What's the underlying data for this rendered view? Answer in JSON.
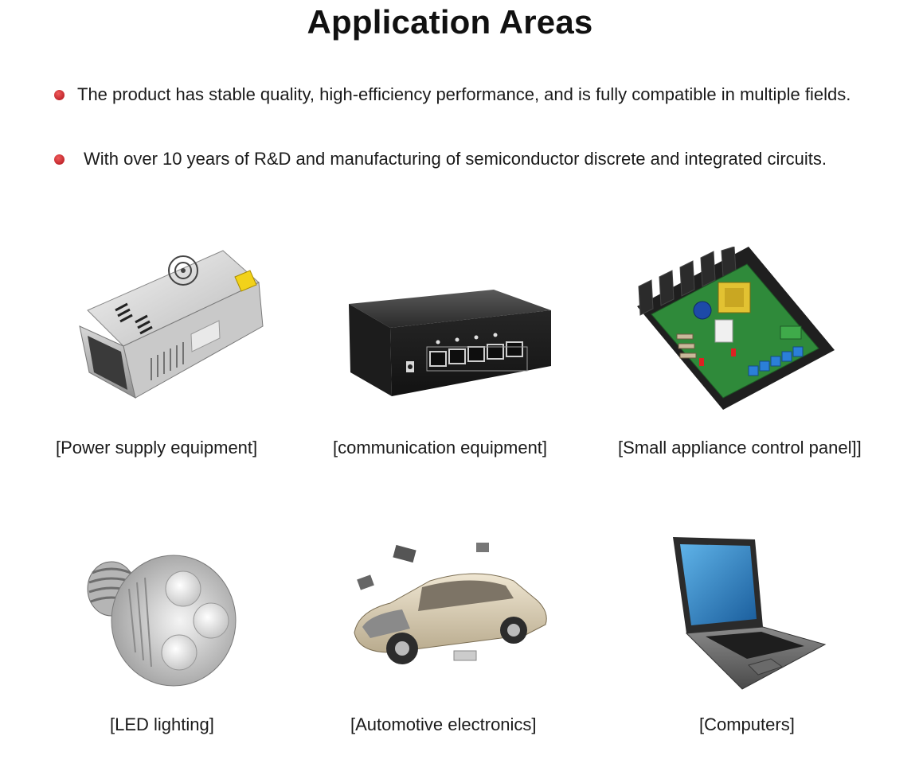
{
  "page": {
    "title": "Application Areas"
  },
  "bullets": [
    {
      "text": "The product has stable quality, high-efficiency performance, and is fully compatible in multiple fields."
    },
    {
      "text": "With over 10 years of R&D and manufacturing of semiconductor discrete and integrated circuits."
    }
  ],
  "applications": [
    {
      "caption": "[Power supply equipment]",
      "icon": "power-supply-icon"
    },
    {
      "caption": "[communication equipment]",
      "icon": "network-switch-icon"
    },
    {
      "caption": "[Small appliance control panel]]",
      "icon": "control-board-icon"
    },
    {
      "caption": "[LED lighting]",
      "icon": "led-bulb-icon"
    },
    {
      "caption": "[Automotive electronics]",
      "icon": "car-icon"
    },
    {
      "caption": "[Computers]",
      "icon": "laptop-icon"
    }
  ],
  "colors": {
    "bullet": "#c1272d",
    "text": "#1a1a1a"
  }
}
